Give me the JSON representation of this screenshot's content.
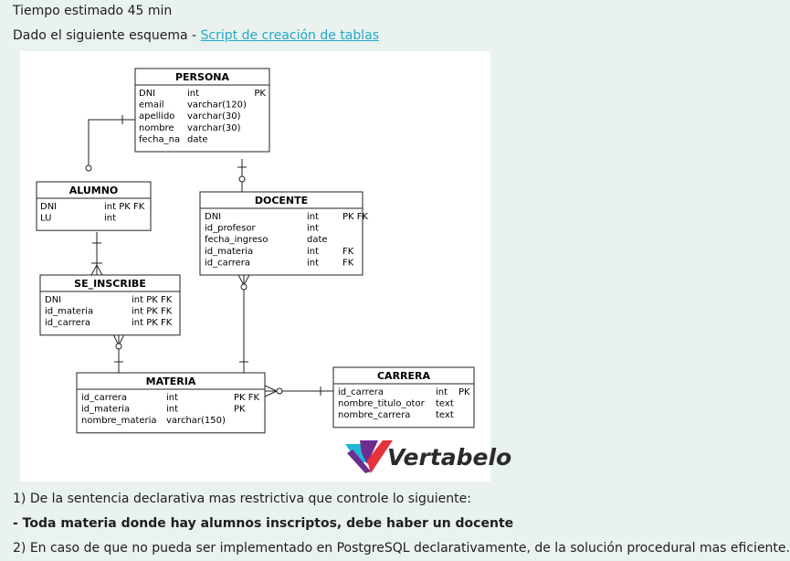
{
  "header": {
    "time_estimate": "Tiempo estimado 45 min",
    "schema_intro_text": "Dado el siguiente esquema - ",
    "schema_link": "Script de creación de tablas"
  },
  "diagram": {
    "entities": {
      "persona": {
        "title": "PERSONA",
        "col_names": [
          "DNI",
          "email",
          "apellido",
          "nombre",
          "fecha_na"
        ],
        "col_types": [
          "int",
          "varchar(120)",
          "varchar(30)",
          "varchar(30)",
          "date"
        ],
        "col_keys": [
          "PK",
          "",
          "",
          "",
          ""
        ]
      },
      "alumno": {
        "title": "ALUMNO",
        "col_names": [
          "DNI",
          "LU"
        ],
        "col_types": [
          "int PK FK",
          "int"
        ],
        "col_keys": [
          "",
          ""
        ]
      },
      "docente": {
        "title": "DOCENTE",
        "col_names": [
          "DNI",
          "id_profesor",
          "fecha_ingreso",
          "id_materia",
          "id_carrera"
        ],
        "col_types": [
          "int",
          "int",
          "date",
          "int",
          "int"
        ],
        "col_keys": [
          "PK FK",
          "",
          "",
          "FK",
          "FK"
        ]
      },
      "se_inscribe": {
        "title": "SE_INSCRIBE",
        "col_names": [
          "DNI",
          "id_materia",
          "id_carrera"
        ],
        "col_types": [
          "int PK FK",
          "int PK FK",
          "int PK FK"
        ],
        "col_keys": [
          "",
          "",
          ""
        ]
      },
      "materia": {
        "title": "MATERIA",
        "col_names": [
          "id_carrera",
          "id_materia",
          "nombre_materia"
        ],
        "col_types": [
          "int",
          "int",
          "varchar(150)"
        ],
        "col_keys": [
          "PK FK",
          "PK",
          ""
        ]
      },
      "carrera": {
        "title": "CARRERA",
        "col_names": [
          "id_carrera",
          "nombre_titulo_otor",
          "nombre_carrera"
        ],
        "col_types": [
          "int",
          "text",
          "text"
        ],
        "col_keys": [
          "PK",
          "",
          ""
        ]
      }
    },
    "logo_text": "Vertabelo",
    "logo_colors": [
      "#1fb6d9",
      "#6d2d8f",
      "#e3343b"
    ]
  },
  "questions": {
    "q1": "1) De la sentencia declarativa mas restrictiva que controle lo siguiente:",
    "q1_item": "- Toda materia donde hay alumnos inscriptos, debe haber un docente",
    "q2": "2) En caso de que no pueda ser implementado en PostgreSQL declarativamente, de la solución procedural mas eficiente."
  }
}
